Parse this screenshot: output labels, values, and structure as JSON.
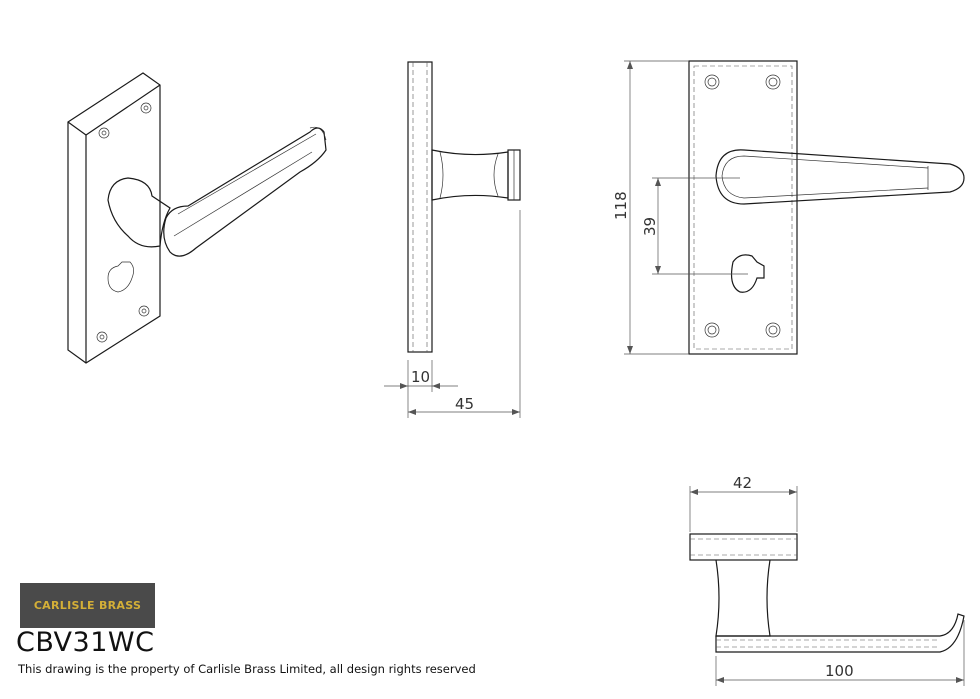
{
  "brand": {
    "logo_text": "CARLISLE BRASS",
    "logo_bg": "#4a4a4a",
    "logo_color": "#d4af37"
  },
  "product_code": "CBV31WC",
  "copyright": "This drawing is the property of Carlisle Brass Limited, all design rights reserved",
  "dimensions": {
    "plate_thickness": "10",
    "projection": "45",
    "height": "118",
    "centres": "39",
    "rose_width": "42",
    "lever_length": "100"
  }
}
